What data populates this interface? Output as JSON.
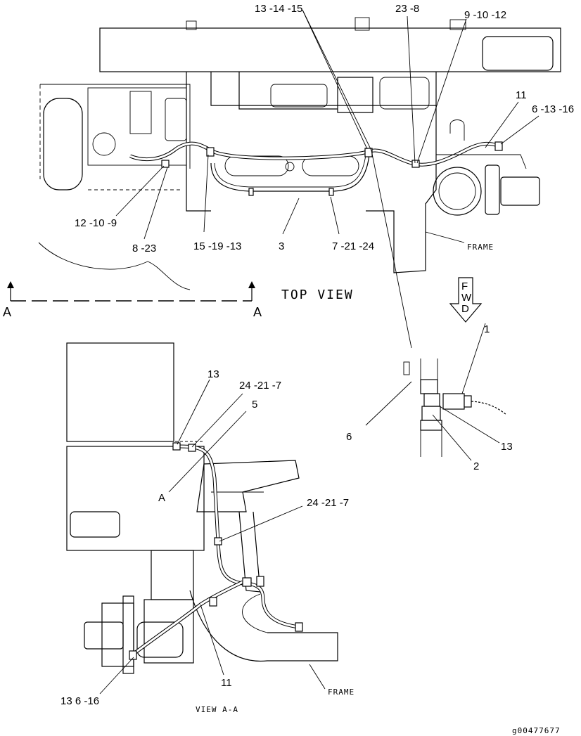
{
  "top_view": {
    "title": "TOP VIEW",
    "section_marks": [
      "A",
      "A"
    ],
    "callouts": {
      "c13_14_15": "13 -14 -15",
      "c23_8": "23 -8",
      "c9_10_12": "9 -10 -12",
      "c11": "11",
      "c6_13_16": "6 -13 -16",
      "c12_10_9": "12 -10 -9",
      "c8_23": "8 -23",
      "c15_19_13": "15 -19 -13",
      "c3": "3",
      "c7_21_24": "7 -21 -24"
    },
    "frame_label": "FRAME"
  },
  "fwd_arrow": {
    "letters": [
      "F",
      "W",
      "D"
    ]
  },
  "detail": {
    "callouts": {
      "c1": "1",
      "c6": "6",
      "c13": "13",
      "c2": "2"
    }
  },
  "view_aa": {
    "title": "VIEW  A-A",
    "callouts": {
      "c13": "13",
      "c24_21_7_top": "24 -21 -7",
      "c5": "5",
      "cA": "A",
      "c24_21_7_mid": "24 -21 -7",
      "c11": "11",
      "c13_6_16": "13 6 -16"
    },
    "frame_label": "FRAME"
  },
  "figure_id": "g00477677"
}
